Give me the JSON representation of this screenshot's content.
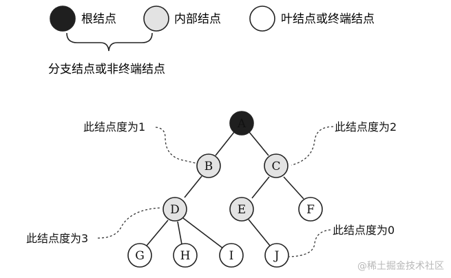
{
  "colors": {
    "root_fill": "#1f1f1f",
    "internal_fill": "#e3e3e3",
    "leaf_fill": "#ffffff",
    "stroke": "#222222"
  },
  "legend": {
    "root_label": "根结点",
    "internal_label": "内部结点",
    "leaf_label": "叶结点或终端结点",
    "branch_label": "分支结点或非终端结点"
  },
  "tree": {
    "nodes": [
      {
        "id": "A",
        "label": "A",
        "kind": "root"
      },
      {
        "id": "B",
        "label": "B",
        "kind": "internal"
      },
      {
        "id": "C",
        "label": "C",
        "kind": "internal"
      },
      {
        "id": "D",
        "label": "D",
        "kind": "internal"
      },
      {
        "id": "E",
        "label": "E",
        "kind": "internal"
      },
      {
        "id": "F",
        "label": "F",
        "kind": "leaf"
      },
      {
        "id": "G",
        "label": "G",
        "kind": "leaf"
      },
      {
        "id": "H",
        "label": "H",
        "kind": "leaf"
      },
      {
        "id": "I",
        "label": "I",
        "kind": "leaf"
      },
      {
        "id": "J",
        "label": "J",
        "kind": "leaf"
      }
    ],
    "edges": [
      [
        "A",
        "B"
      ],
      [
        "A",
        "C"
      ],
      [
        "B",
        "D"
      ],
      [
        "C",
        "E"
      ],
      [
        "C",
        "F"
      ],
      [
        "D",
        "G"
      ],
      [
        "D",
        "H"
      ],
      [
        "D",
        "I"
      ],
      [
        "E",
        "J"
      ]
    ]
  },
  "annotations": {
    "degree_b": "此结点度为1",
    "degree_c": "此结点度为2",
    "degree_d": "此结点度为3",
    "degree_j": "此结点度为0"
  },
  "watermark": "@稀土掘金技术社区"
}
